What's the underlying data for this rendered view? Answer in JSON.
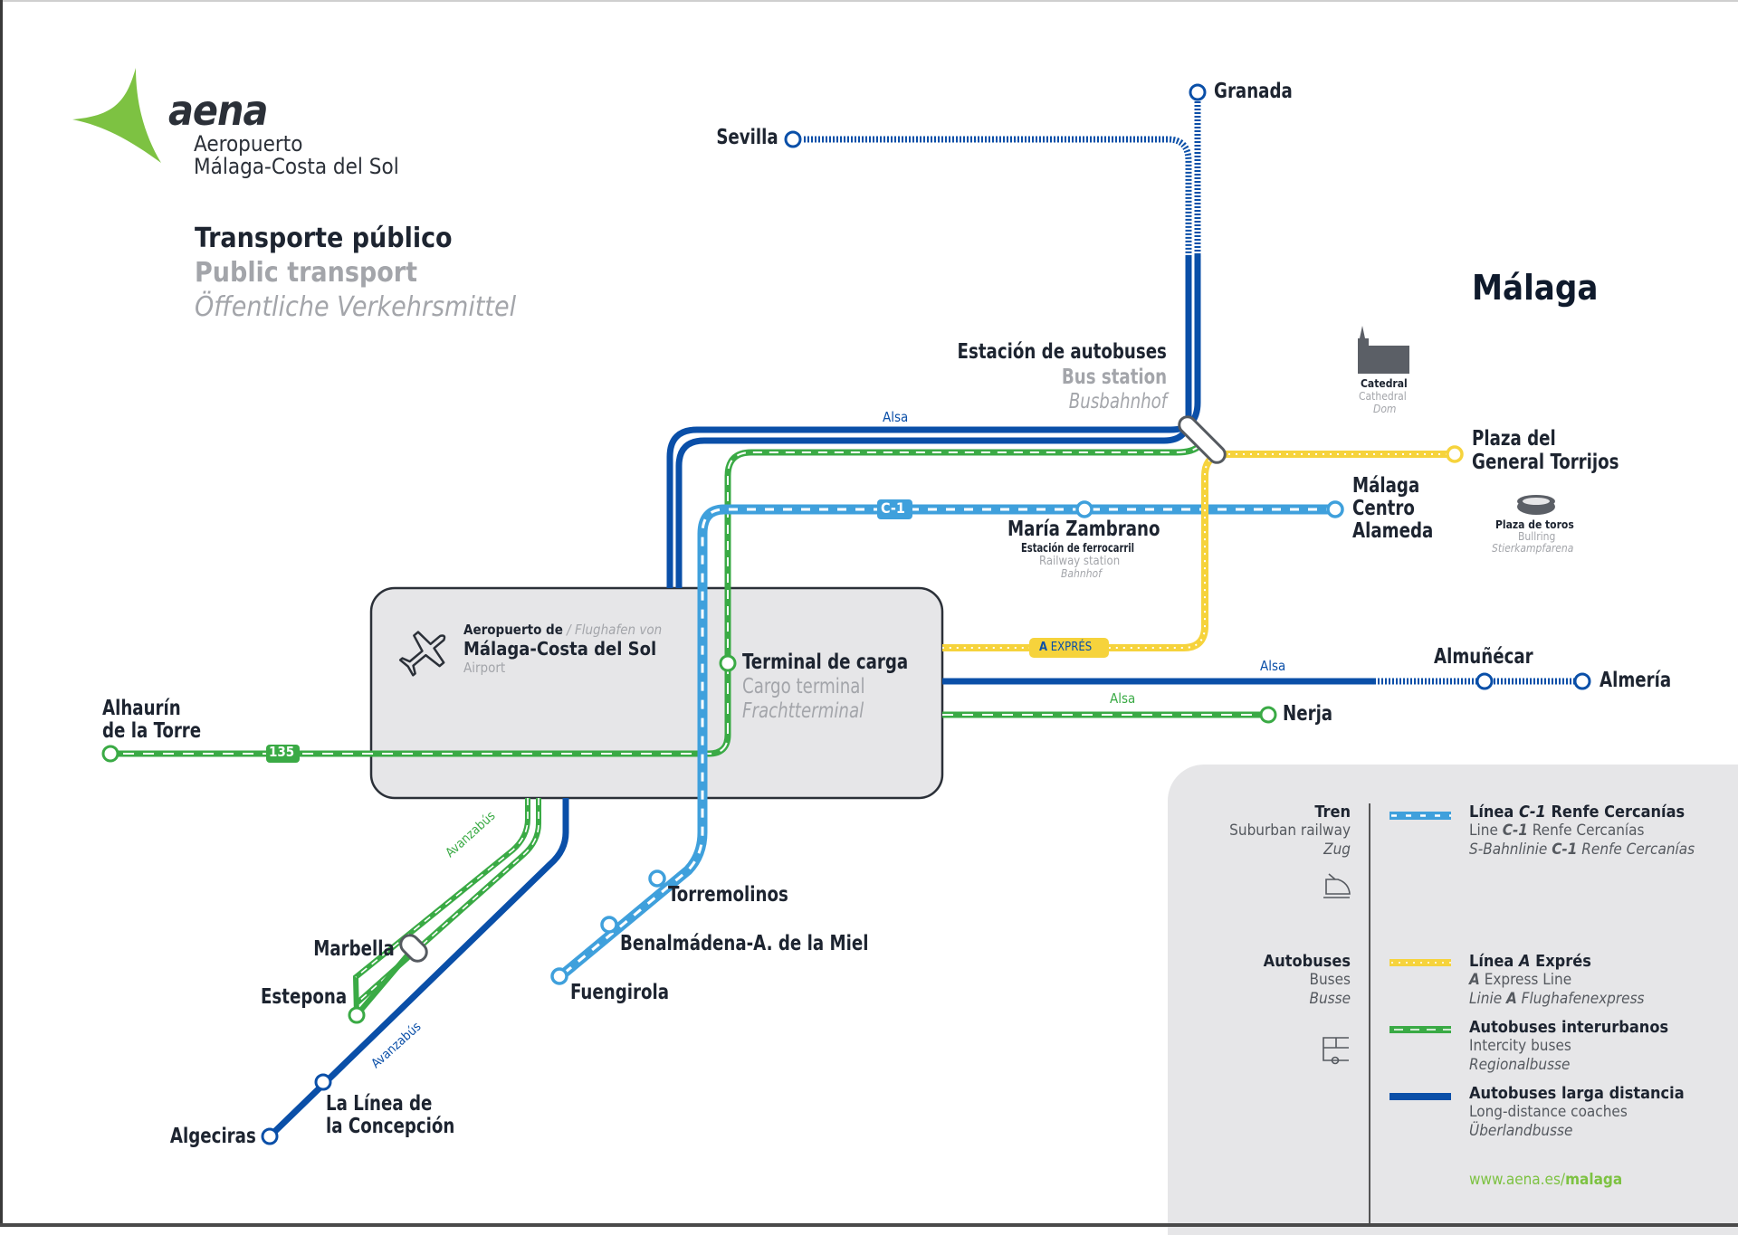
{
  "branding": {
    "logo_text": "aena",
    "airport_line1": "Aeropuerto",
    "airport_line2": "Málaga-Costa del Sol"
  },
  "title": {
    "es": "Transporte público",
    "en": "Public transport",
    "de": "Öffentliche Verkehrsmittel"
  },
  "city_label": "Málaga",
  "colors": {
    "logo_green": "#7dc242",
    "long_distance_blue": "#0a4fa8",
    "suburban_rail_blue": "#3fa0dc",
    "intercity_green": "#3aaa45",
    "express_yellow": "#f6d33c",
    "airport_box": "#e6e6e8",
    "legend_panel": "#e6e6e8"
  },
  "airport": {
    "line1_es": "Aeropuerto de",
    "line1_de": "/ Flughafen von",
    "name": "Málaga-Costa del Sol",
    "en": "Airport",
    "icon": "airplane-icon"
  },
  "stations": {
    "granada": "Granada",
    "sevilla": "Sevilla",
    "bus_station": {
      "es": "Estación de autobuses",
      "en": "Bus station",
      "de": "Busbahnhof"
    },
    "plaza_torrijos": {
      "line1": "Plaza del",
      "line2": "General Torrijos"
    },
    "malaga_centro": {
      "line1": "Málaga",
      "line2": "Centro",
      "line3": "Alameda"
    },
    "maria_zambrano": {
      "name": "María Zambrano",
      "es": "Estación de ferrocarril",
      "en": "Railway station",
      "de": "Bahnhof"
    },
    "terminal_carga": {
      "es": "Terminal de carga",
      "en": "Cargo terminal",
      "de": "Frachtterminal"
    },
    "almunecar": "Almuñécar",
    "almeria": "Almería",
    "nerja": "Nerja",
    "alhaurin": {
      "line1": "Alhaurín",
      "line2": "de la Torre"
    },
    "torremolinos": "Torremolinos",
    "benalmadena": "Benalmádena-A. de la Miel",
    "fuengirola": "Fuengirola",
    "marbella": "Marbella",
    "estepona": "Estepona",
    "la_linea": {
      "line1": "La Línea de",
      "line2": "la Concepción"
    },
    "algeciras": "Algeciras"
  },
  "landmarks": {
    "cathedral": {
      "es": "Catedral",
      "en": "Cathedral",
      "de": "Dom",
      "icon": "cathedral-icon"
    },
    "bullring": {
      "es": "Plaza de toros",
      "en": "Bullring",
      "de": "Stierkampfarena",
      "icon": "bullring-icon"
    }
  },
  "line_labels": {
    "alsa_top": "Alsa",
    "alsa_almeria": "Alsa",
    "alsa_nerja": "Alsa",
    "c1_badge": "C-1",
    "a_expres_badge_letter": "A",
    "a_expres_badge_text": "EXPRÉS",
    "bus_135_badge": "135",
    "avanzabus_green": "Avanzabús",
    "avanzabus_blue": "Avanzabús"
  },
  "legend": {
    "categories": [
      {
        "es": "Tren",
        "en": "Suburban railway",
        "de": "Zug",
        "icon": "train-icon"
      },
      {
        "es": "Autobuses",
        "en": "Buses",
        "de": "Busse",
        "icon": "bus-icon"
      }
    ],
    "items": [
      {
        "es_pre": "Línea ",
        "es_code": "C-1",
        "es_post": " Renfe Cercanías",
        "en_pre": "Line ",
        "en_code": "C-1",
        "en_post": " Renfe Cercanías",
        "de_pre": "S-Bahnlinie ",
        "de_code": "C-1",
        "de_post": " Renfe Cercanías",
        "style": "suburban-rail"
      },
      {
        "es_pre": "Línea ",
        "es_code": "A",
        "es_post": " Exprés",
        "en_pre": "",
        "en_code": "A",
        "en_post": " Express Line",
        "de_pre": "Linie ",
        "de_code": "A",
        "de_post": " Flughafenexpress",
        "style": "airport-express"
      },
      {
        "es": "Autobuses interurbanos",
        "en": "Intercity buses",
        "de": "Regionalbusse",
        "style": "intercity-bus"
      },
      {
        "es": "Autobuses larga distancia",
        "en": "Long-distance coaches",
        "de": "Überlandbusse",
        "style": "long-distance-coach"
      }
    ],
    "url_prefix": "www.aena.es/",
    "url_suffix": "malaga"
  }
}
